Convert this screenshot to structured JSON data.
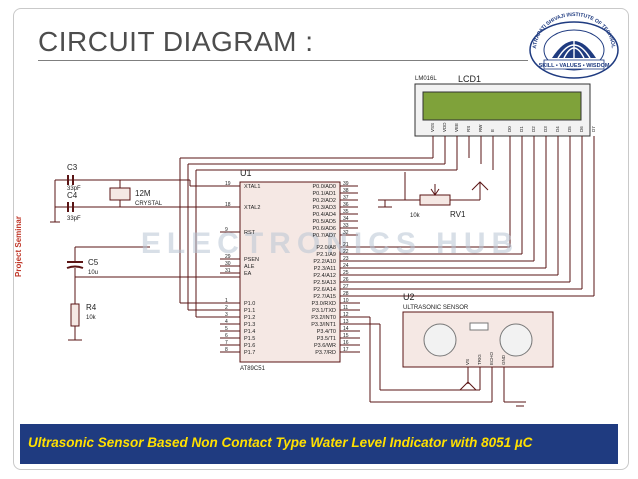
{
  "slide": {
    "title": "CIRCUIT DIAGRAM :",
    "side_label": "Project Seminar",
    "caption": "Ultrasonic  Sensor Based Non Contact Type Water Level Indicator with 8051 µC",
    "caption_bg": "#1f3b80",
    "caption_color": "#ffe000"
  },
  "logo": {
    "ring_text": "CHHATRAPATI SHIVAJI INSTITUTE OF TECHNOLOGY",
    "motto": "SKILL • VALUES • WISDOM"
  },
  "watermark": "ELECTRONICS HUB",
  "circuit": {
    "lcd_ref": "LCD1",
    "lcd_model": "LM016L",
    "lcd_pins": [
      "VSS",
      "VDD",
      "VEE",
      "RS",
      "RW",
      "E",
      "D0",
      "D1",
      "D2",
      "D3",
      "D4",
      "D5",
      "D6",
      "D7"
    ],
    "mcu_ref": "U1",
    "mcu_model": "AT89C51",
    "mcu_left_pins": [
      {
        "num": "19",
        "name": "XTAL1"
      },
      {
        "num": "18",
        "name": "XTAL2"
      },
      {
        "num": "9",
        "name": "RST"
      },
      {
        "num": "29",
        "name": "PSEN"
      },
      {
        "num": "30",
        "name": "ALE"
      },
      {
        "num": "31",
        "name": "EA"
      },
      {
        "num": "1",
        "name": "P1.0"
      },
      {
        "num": "2",
        "name": "P1.1"
      },
      {
        "num": "3",
        "name": "P1.2"
      },
      {
        "num": "4",
        "name": "P1.3"
      },
      {
        "num": "5",
        "name": "P1.4"
      },
      {
        "num": "6",
        "name": "P1.5"
      },
      {
        "num": "7",
        "name": "P1.6"
      },
      {
        "num": "8",
        "name": "P1.7"
      }
    ],
    "mcu_right_pins": [
      {
        "num": "39",
        "name": "P0.0/AD0"
      },
      {
        "num": "38",
        "name": "P0.1/AD1"
      },
      {
        "num": "37",
        "name": "P0.2/AD2"
      },
      {
        "num": "36",
        "name": "P0.3/AD3"
      },
      {
        "num": "35",
        "name": "P0.4/AD4"
      },
      {
        "num": "34",
        "name": "P0.5/AD5"
      },
      {
        "num": "33",
        "name": "P0.6/AD6"
      },
      {
        "num": "32",
        "name": "P0.7/AD7"
      },
      {
        "num": "21",
        "name": "P2.0/A8"
      },
      {
        "num": "22",
        "name": "P2.1/A9"
      },
      {
        "num": "23",
        "name": "P2.2/A10"
      },
      {
        "num": "24",
        "name": "P2.3/A11"
      },
      {
        "num": "25",
        "name": "P2.4/A12"
      },
      {
        "num": "26",
        "name": "P2.5/A13"
      },
      {
        "num": "27",
        "name": "P2.6/A14"
      },
      {
        "num": "28",
        "name": "P2.7/A15"
      },
      {
        "num": "10",
        "name": "P3.0/RXD"
      },
      {
        "num": "11",
        "name": "P3.1/TXD"
      },
      {
        "num": "12",
        "name": "P3.2/INT0"
      },
      {
        "num": "13",
        "name": "P3.3/INT1"
      },
      {
        "num": "14",
        "name": "P3.4/T0"
      },
      {
        "num": "15",
        "name": "P3.5/T1"
      },
      {
        "num": "16",
        "name": "P3.6/WR"
      },
      {
        "num": "17",
        "name": "P3.7/RD"
      }
    ],
    "c3": {
      "ref": "C3",
      "value": "33pF"
    },
    "c4": {
      "ref": "C4",
      "value": "33pF"
    },
    "c5": {
      "ref": "C5",
      "value": "10u"
    },
    "r4": {
      "ref": "R4",
      "value": "10k"
    },
    "crystal": {
      "ref": "12M",
      "value": "CRYSTAL"
    },
    "pot": {
      "ref": "RV1",
      "value": "10k"
    },
    "sensor": {
      "ref": "U2",
      "name": "ULTRASONIC SENSOR",
      "pins": [
        "VS",
        "TRIG",
        "ECHO",
        "GND"
      ]
    }
  }
}
